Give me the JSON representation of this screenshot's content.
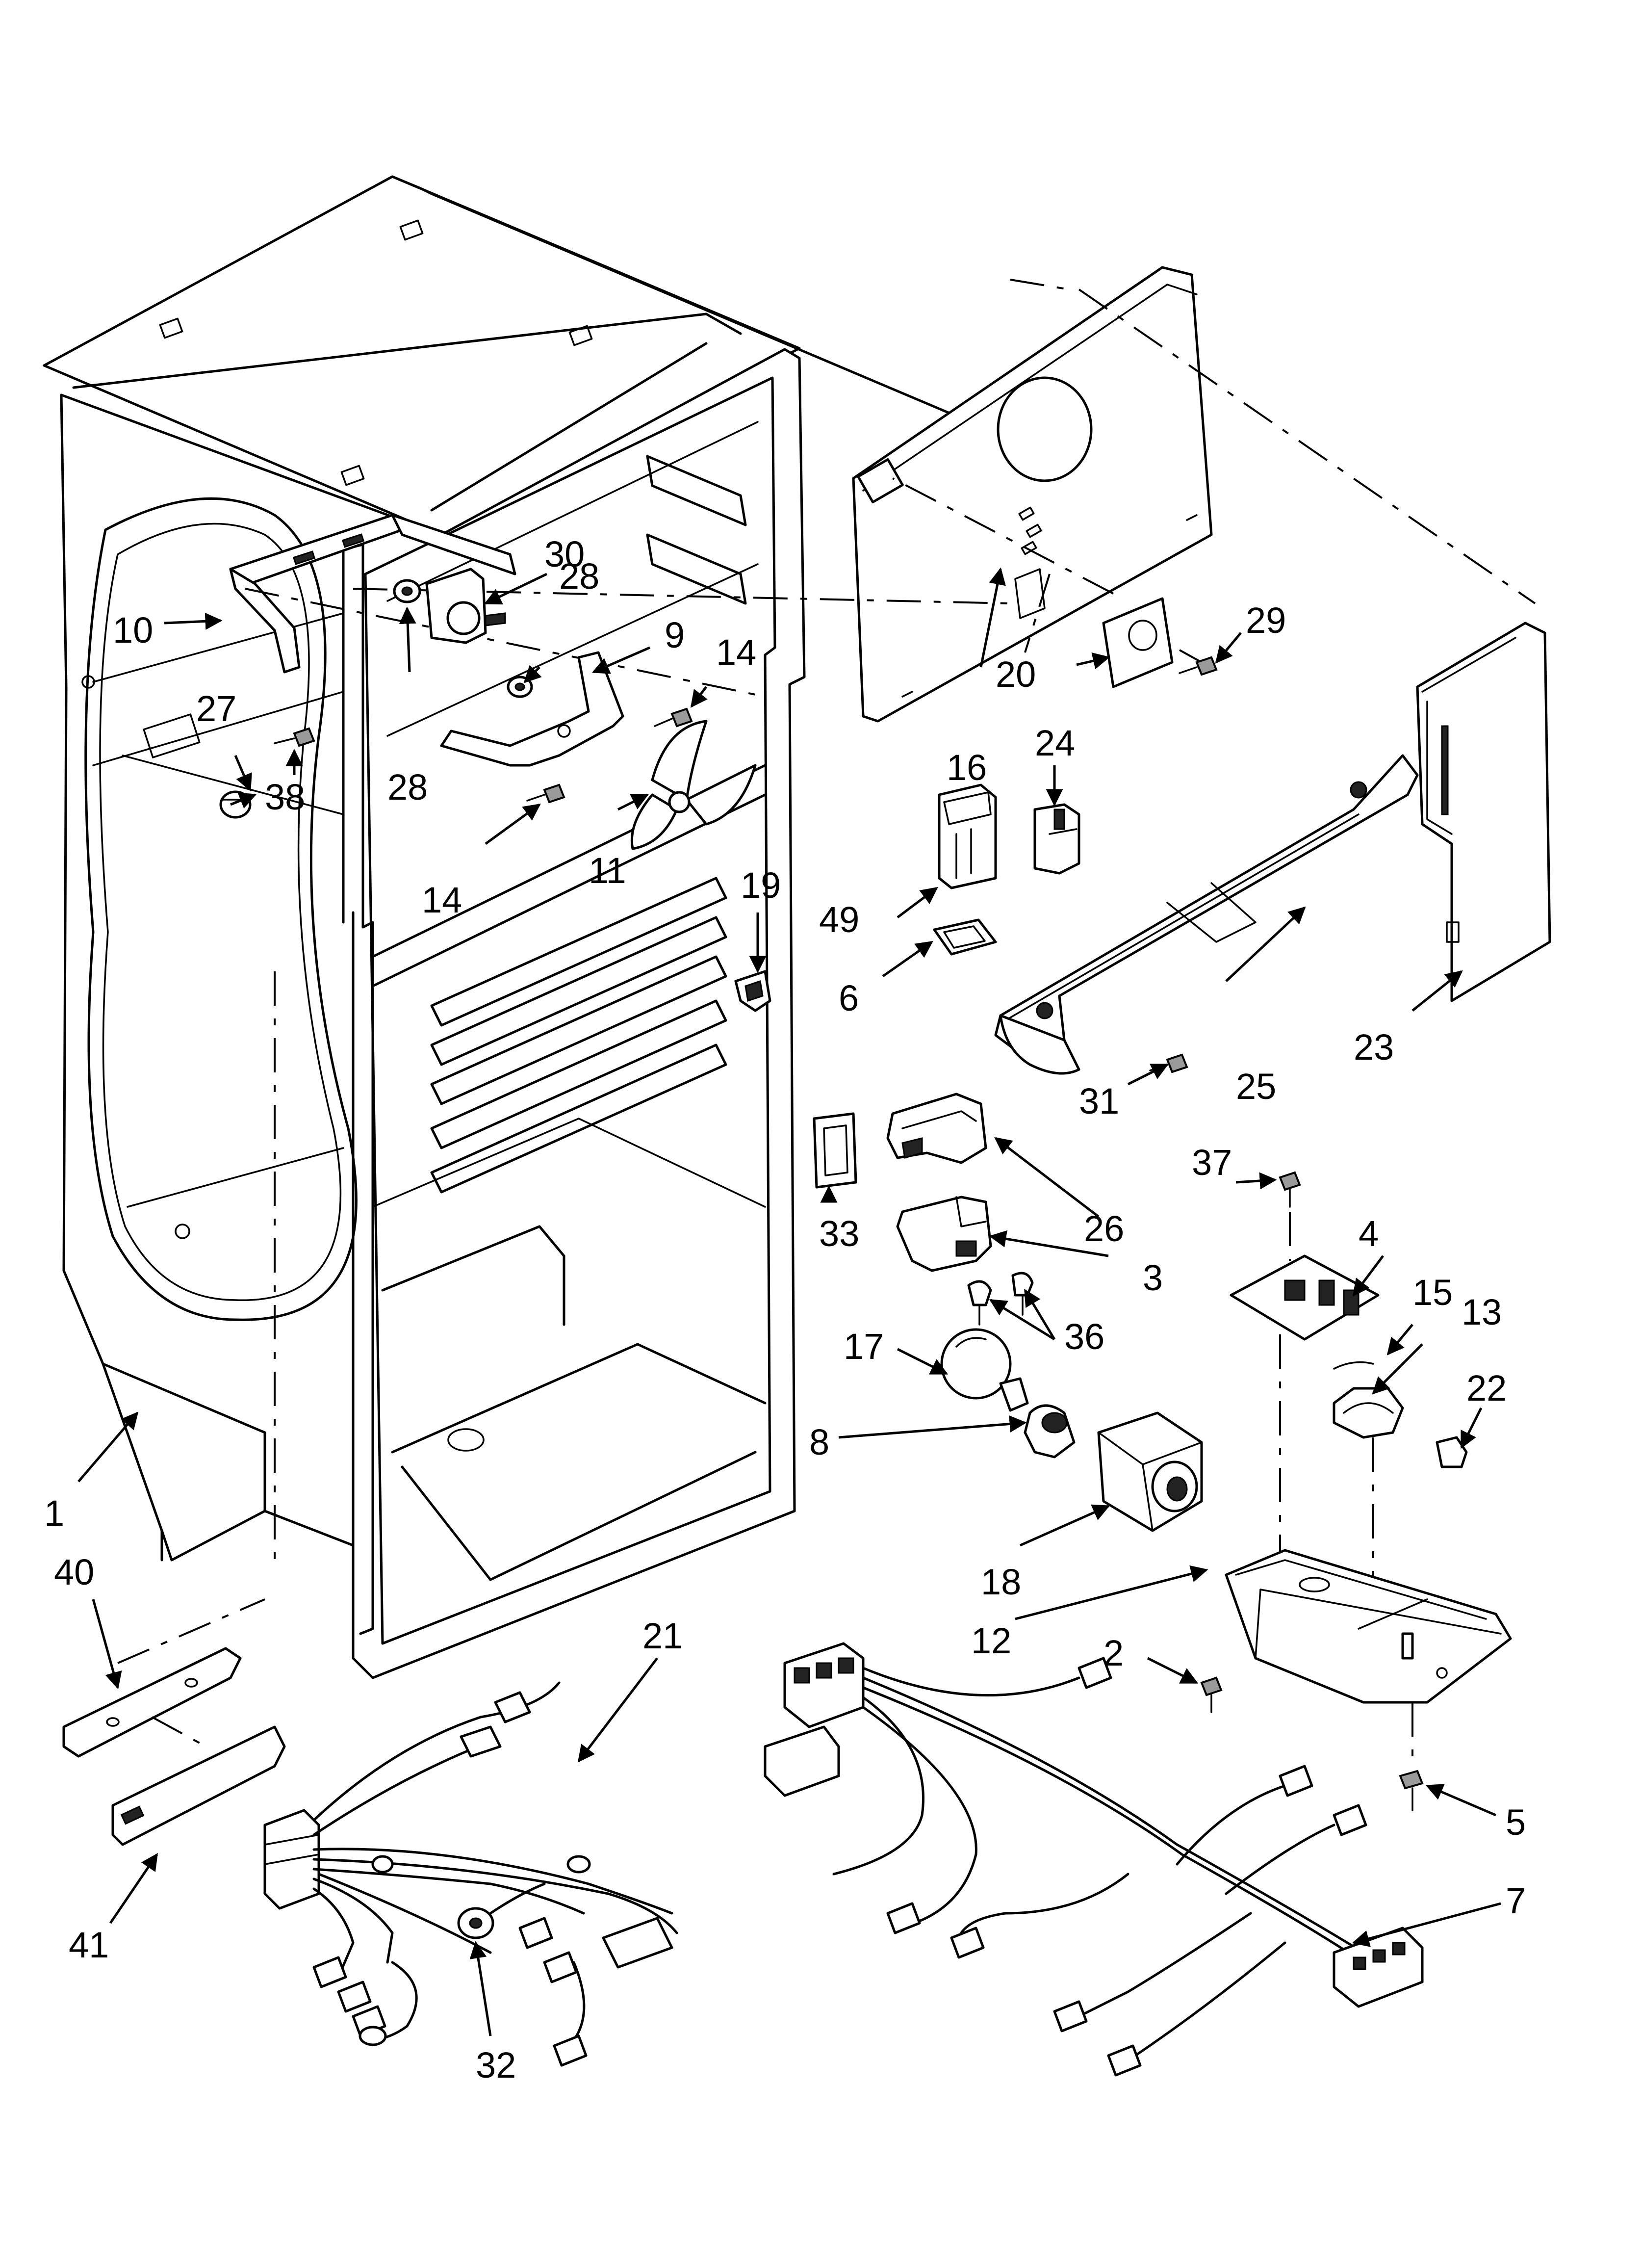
{
  "colors": {
    "line": "#000000",
    "background": "#ffffff",
    "shade": "#9a9a9a"
  },
  "callouts": [
    {
      "id": "c1",
      "label": "1"
    },
    {
      "id": "c2",
      "label": "2"
    },
    {
      "id": "c3",
      "label": "3"
    },
    {
      "id": "c4",
      "label": "4"
    },
    {
      "id": "c5",
      "label": "5"
    },
    {
      "id": "c6",
      "label": "6"
    },
    {
      "id": "c7",
      "label": "7"
    },
    {
      "id": "c8",
      "label": "8"
    },
    {
      "id": "c9",
      "label": "9"
    },
    {
      "id": "c10",
      "label": "10"
    },
    {
      "id": "c11",
      "label": "11"
    },
    {
      "id": "c12",
      "label": "12"
    },
    {
      "id": "c13",
      "label": "13"
    },
    {
      "id": "c14a",
      "label": "14"
    },
    {
      "id": "c14b",
      "label": "14"
    },
    {
      "id": "c15",
      "label": "15"
    },
    {
      "id": "c16",
      "label": "16"
    },
    {
      "id": "c17",
      "label": "17"
    },
    {
      "id": "c18",
      "label": "18"
    },
    {
      "id": "c19",
      "label": "19"
    },
    {
      "id": "c20",
      "label": "20"
    },
    {
      "id": "c21",
      "label": "21"
    },
    {
      "id": "c22",
      "label": "22"
    },
    {
      "id": "c23",
      "label": "23"
    },
    {
      "id": "c24",
      "label": "24"
    },
    {
      "id": "c25",
      "label": "25"
    },
    {
      "id": "c26",
      "label": "26"
    },
    {
      "id": "c27",
      "label": "27"
    },
    {
      "id": "c28a",
      "label": "28"
    },
    {
      "id": "c28b",
      "label": "28"
    },
    {
      "id": "c29",
      "label": "29"
    },
    {
      "id": "c30",
      "label": "30"
    },
    {
      "id": "c31",
      "label": "31"
    },
    {
      "id": "c32",
      "label": "32"
    },
    {
      "id": "c33",
      "label": "33"
    },
    {
      "id": "c36",
      "label": "36"
    },
    {
      "id": "c37",
      "label": "37"
    },
    {
      "id": "c38",
      "label": "38"
    },
    {
      "id": "c40",
      "label": "40"
    },
    {
      "id": "c41",
      "label": "41"
    },
    {
      "id": "c49",
      "label": "49"
    }
  ]
}
